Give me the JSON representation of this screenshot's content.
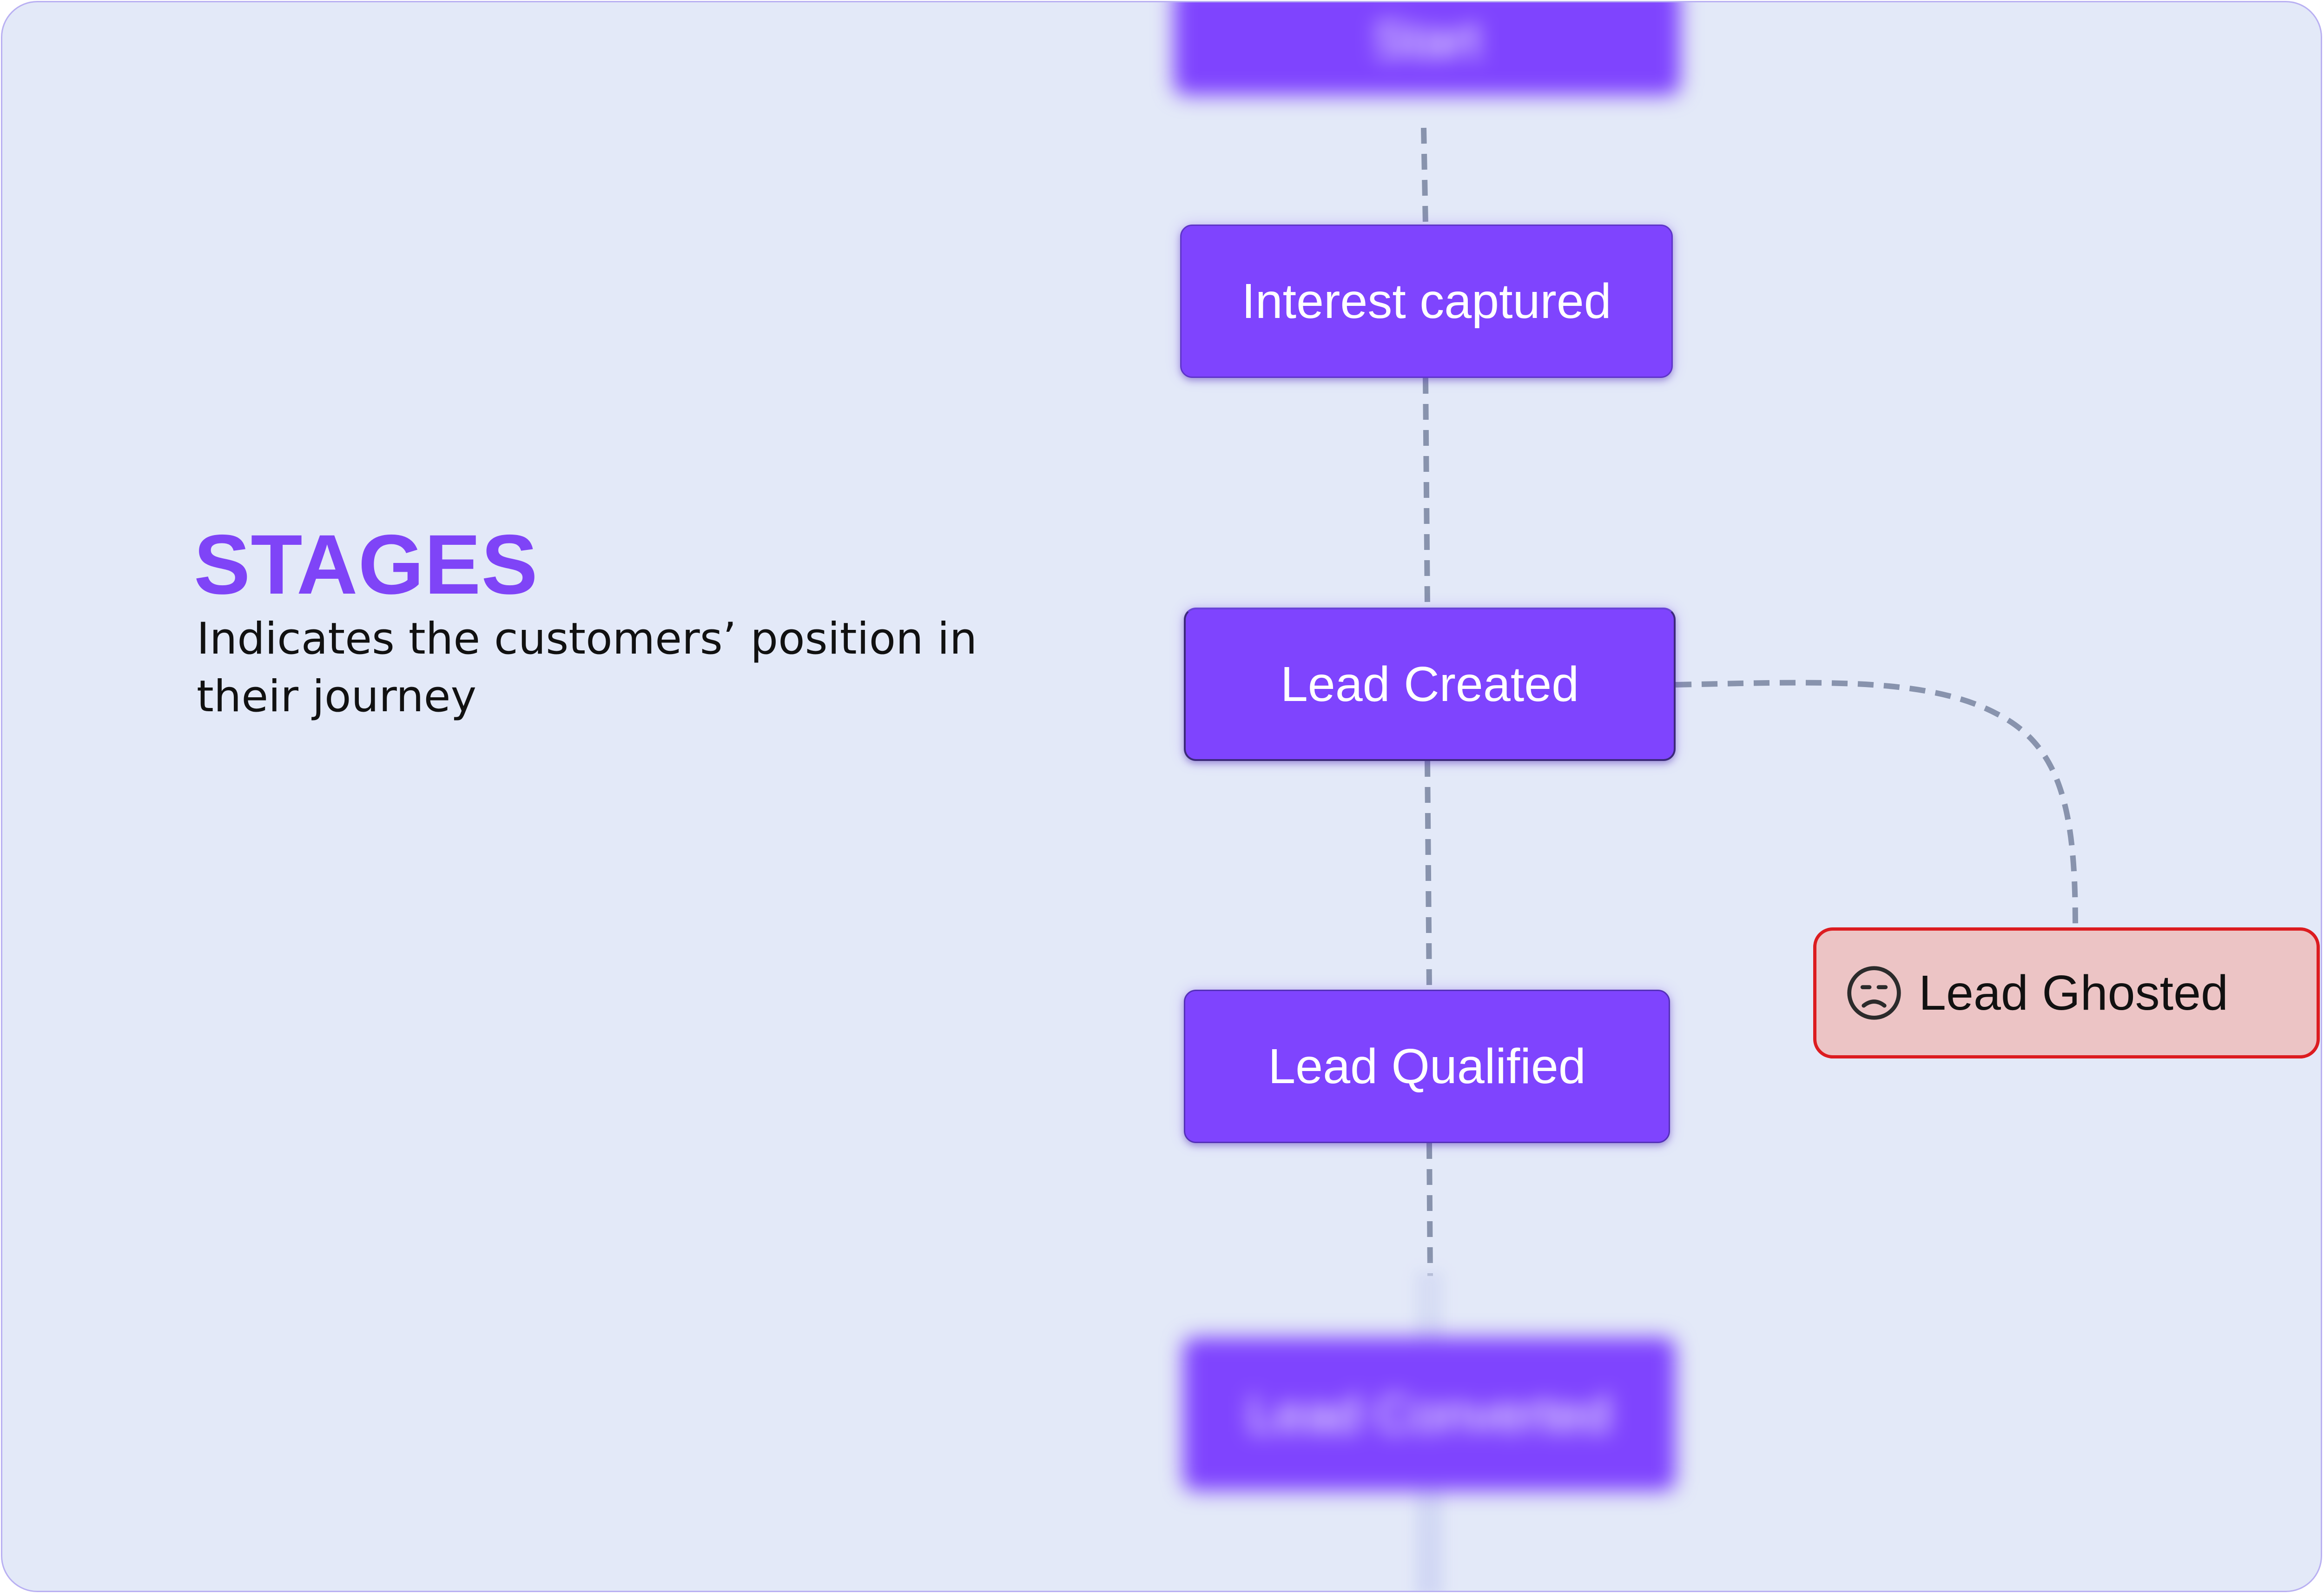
{
  "heading": {
    "title": "STAGES",
    "description": "Indicates the customers’ position in their journey"
  },
  "flow": {
    "nodes": [
      {
        "id": "start",
        "label": "Start",
        "faded": true
      },
      {
        "id": "interest",
        "label": "Interest captured"
      },
      {
        "id": "created",
        "label": "Lead Created"
      },
      {
        "id": "qualified",
        "label": "Lead Qualified"
      },
      {
        "id": "converted",
        "label": "Lead Converted",
        "faded": true
      }
    ],
    "branch": {
      "label": "Lead Ghosted",
      "icon": "sad-face-icon",
      "from": "Lead Created"
    }
  },
  "colors": {
    "background": "#e3e9f8",
    "accent": "#7f44fe",
    "heading": "#7f44f7",
    "connector": "#8893ad",
    "ghosted_fill": "#ecc4c5",
    "ghosted_border": "#dc1c20"
  }
}
